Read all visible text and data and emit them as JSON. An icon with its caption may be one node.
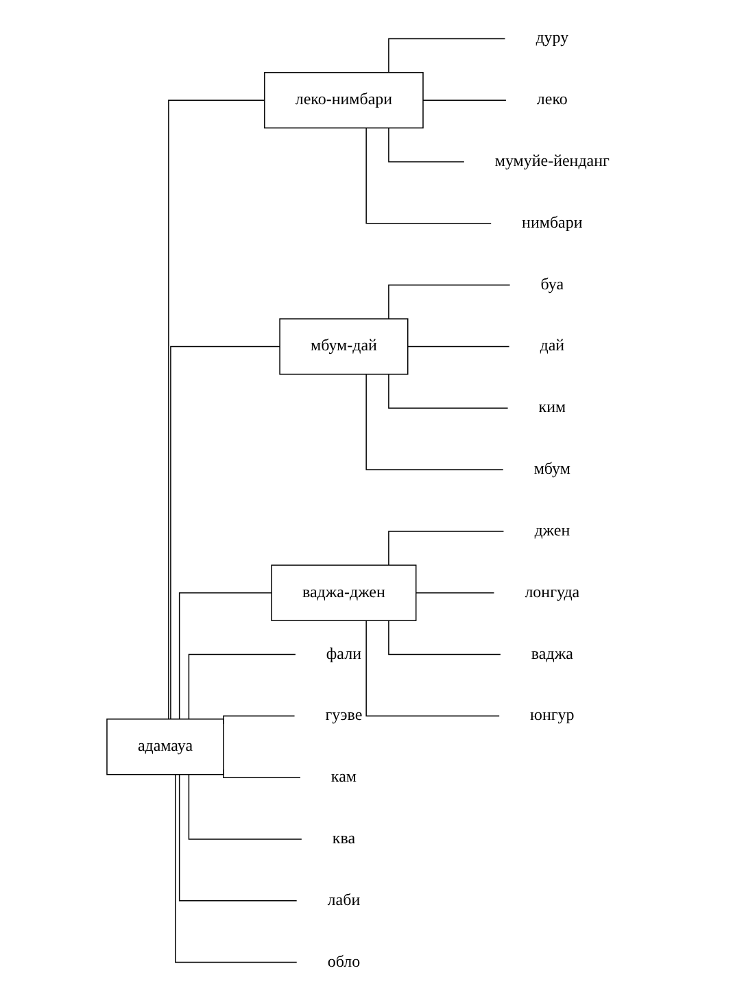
{
  "diagram": {
    "nodes": [
      {
        "text": [
          "адамауа"
        ]
      },
      {
        "text": [
          "леко-нимбари"
        ]
      },
      {
        "text": [
          "дуру"
        ]
      },
      {
        "text": [
          "леко"
        ]
      },
      {
        "text": [
          "мумуйе-йенданг"
        ]
      },
      {
        "text": [
          "нимбари"
        ]
      },
      {
        "text": [
          "мбум-дай"
        ]
      },
      {
        "text": [
          "буа"
        ]
      },
      {
        "text": [
          "дай"
        ]
      },
      {
        "text": [
          "ким"
        ]
      },
      {
        "text": [
          "мбум"
        ]
      },
      {
        "text": [
          "ваджа-джен"
        ]
      },
      {
        "text": [
          "джен"
        ]
      },
      {
        "text": [
          "лонгуда"
        ]
      },
      {
        "text": [
          "ваджа"
        ]
      },
      {
        "text": [
          "юнгур"
        ]
      },
      {
        "text": [
          "фали"
        ]
      },
      {
        "text": [
          "гуэве"
        ]
      },
      {
        "text": [
          "кам"
        ]
      },
      {
        "text": [
          "ква"
        ]
      },
      {
        "text": [
          "лаби"
        ]
      },
      {
        "text": [
          "обло"
        ]
      }
    ],
    "edges": [
      {
        "from": 0,
        "to": 1,
        "arrow": "none"
      },
      {
        "from": 0,
        "to": 6,
        "arrow": "none"
      },
      {
        "from": 0,
        "to": 11,
        "arrow": "none"
      },
      {
        "from": 0,
        "to": 16,
        "arrow": "none"
      },
      {
        "from": 0,
        "to": 17,
        "arrow": "none"
      },
      {
        "from": 0,
        "to": 18,
        "arrow": "none"
      },
      {
        "from": 0,
        "to": 19,
        "arrow": "none"
      },
      {
        "from": 0,
        "to": 20,
        "arrow": "none"
      },
      {
        "from": 0,
        "to": 21,
        "arrow": "none"
      },
      {
        "from": 1,
        "to": 2,
        "arrow": "none"
      },
      {
        "from": 1,
        "to": 3,
        "arrow": "none"
      },
      {
        "from": 1,
        "to": 4,
        "arrow": "none"
      },
      {
        "from": 1,
        "to": 5,
        "arrow": "none"
      },
      {
        "from": 6,
        "to": 7,
        "arrow": "none"
      },
      {
        "from": 6,
        "to": 8,
        "arrow": "none"
      },
      {
        "from": 6,
        "to": 9,
        "arrow": "none"
      },
      {
        "from": 6,
        "to": 10,
        "arrow": "none"
      },
      {
        "from": 11,
        "to": 12,
        "arrow": "none"
      },
      {
        "from": 11,
        "to": 13,
        "arrow": "none"
      },
      {
        "from": 11,
        "to": 14,
        "arrow": "none"
      },
      {
        "from": 11,
        "to": 15,
        "arrow": "none"
      }
    ]
  }
}
